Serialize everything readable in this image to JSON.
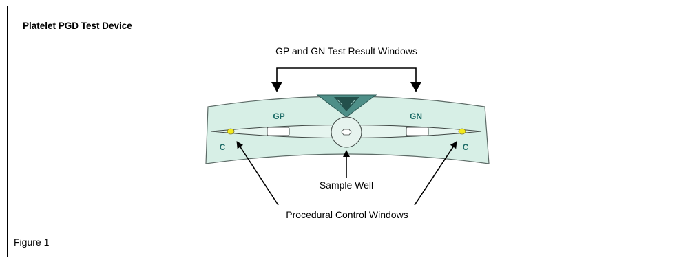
{
  "figure": {
    "title": "Platelet PGD Test Device",
    "caption": "Figure 1"
  },
  "labels": {
    "result_windows": "GP and GN Test Result Windows",
    "sample_well": "Sample Well",
    "control_windows": "Procedural Control Windows"
  },
  "device": {
    "gp_label": "GP",
    "gn_label": "GN",
    "control_left": "C",
    "control_right": "C"
  },
  "colors": {
    "device_fill": "#d7efe6",
    "accent": "#1b6b66",
    "dot_fill": "#f2ea1c"
  }
}
